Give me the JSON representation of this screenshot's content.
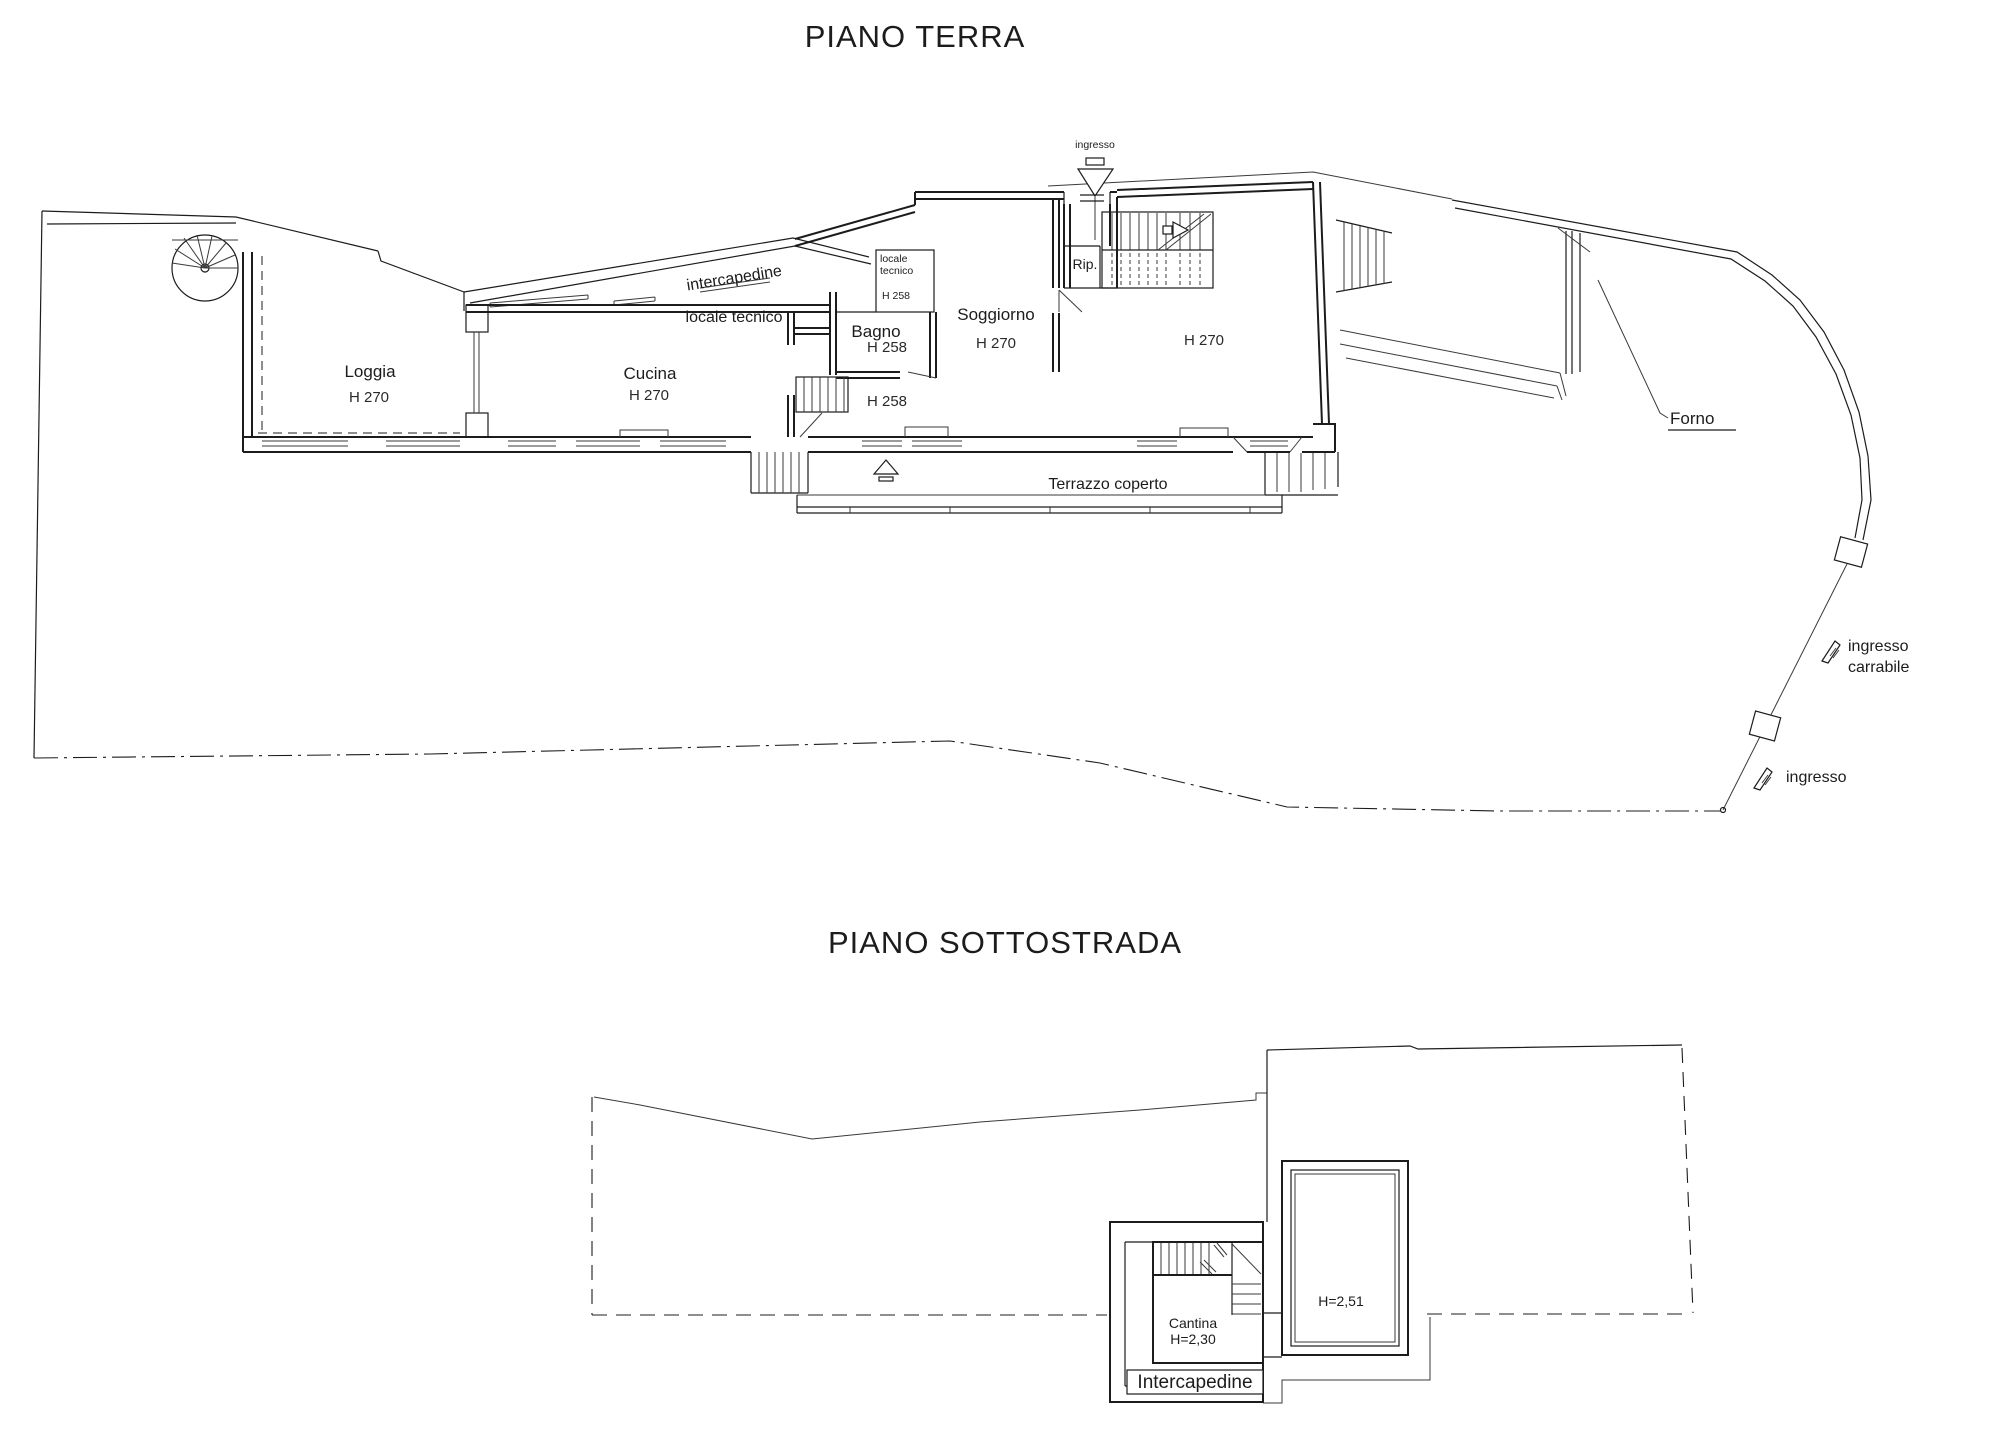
{
  "colors": {
    "line": "#1c1c1c",
    "background": "#ffffff"
  },
  "ground_floor": {
    "title": "PIANO TERRA",
    "labels": {
      "entrance_top": "ingresso",
      "intercapedine": "intercapedine",
      "locale_tecnico_long": "locale tecnico",
      "locale_small_line1": "locale",
      "locale_small_line2": "tecnico",
      "locale_small_height": "H 258",
      "loggia": "Loggia",
      "loggia_height": "H 270",
      "cucina": "Cucina",
      "cucina_height": "H 270",
      "bagno": "Bagno",
      "bagno_height": "H 258",
      "soggiorno": "Soggiorno",
      "soggiorno_height": "H 270",
      "hall_height": "H 258",
      "rip": "Rip.",
      "right_room_height": "H 270",
      "terrazzo": "Terrazzo coperto",
      "forno": "Forno",
      "ingresso_carrabile_line1": "ingresso",
      "ingresso_carrabile_line2": "carrabile",
      "ingresso_gate": "ingresso"
    }
  },
  "basement": {
    "title": "PIANO SOTTOSTRADA",
    "labels": {
      "cantina": "Cantina",
      "cantina_height": "H=2,30",
      "room_height": "H=2,51",
      "intercapedine_box": "Intercapedine"
    }
  }
}
